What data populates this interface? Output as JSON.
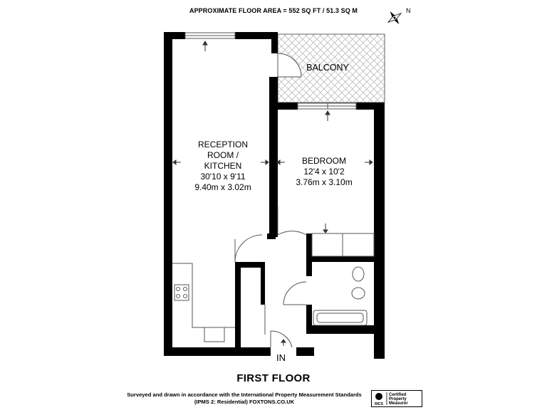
{
  "header": {
    "floor_area": "APPROXIMATE FLOOR AREA = 552 SQ FT / 51.3 SQ M"
  },
  "compass": {
    "north_label": "N"
  },
  "rooms": {
    "reception": {
      "name_line1": "RECEPTION",
      "name_line2": "ROOM /",
      "name_line3": "KITCHEN",
      "size_imperial": "30'10 x 9'11",
      "size_metric": "9.40m x 3.02m"
    },
    "bedroom": {
      "name": "BEDROOM",
      "size_imperial": "12'4 x 10'2",
      "size_metric": "3.76m x 3.10m"
    },
    "balcony": {
      "name": "BALCONY"
    }
  },
  "entrance": {
    "label": "IN"
  },
  "floor_title": "FIRST FLOOR",
  "footer": {
    "text": "Surveyed and drawn in accordance with the International Property Measurement Standards (IPMS 2: Residential) FOXTONS.CO.UK"
  },
  "badge": {
    "rics": "RICS",
    "line1": "Certified",
    "line2": "Property",
    "line3": "Measurer"
  },
  "colors": {
    "wall": "#000000",
    "lines": "#555555",
    "balcony_hatch": "#bbbbbb",
    "background": "#ffffff"
  }
}
